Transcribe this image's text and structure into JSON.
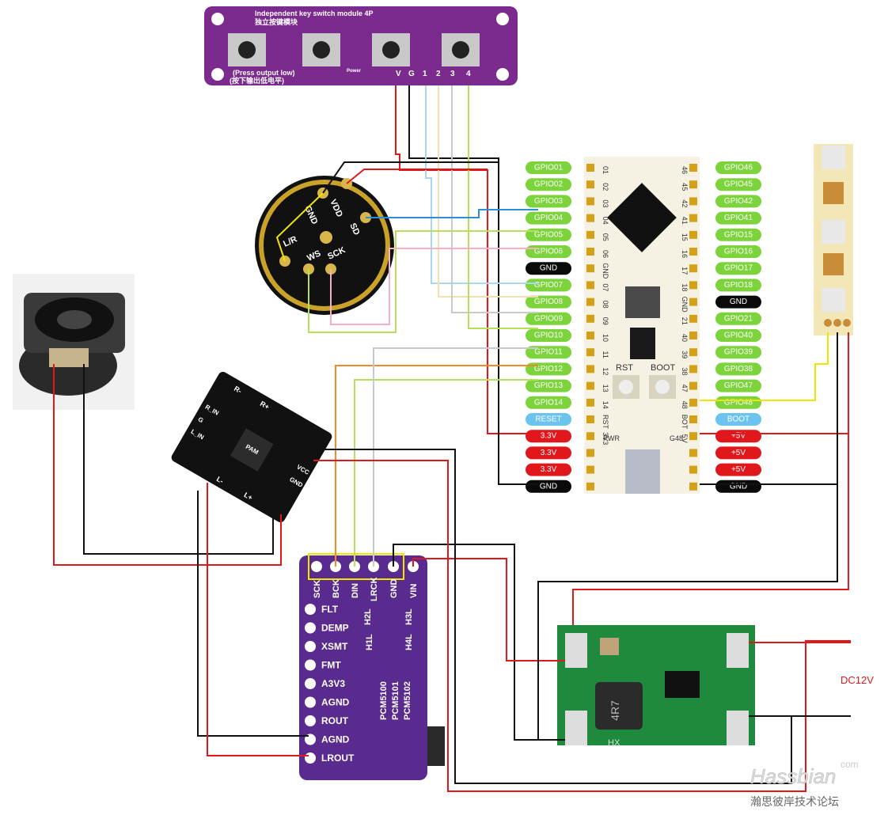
{
  "key_module": {
    "title": "Independent key switch module 4P",
    "subtitle_cn": "独立按键模块",
    "note_en": "(Press output low)",
    "note_cn": "(按下输出低电平)",
    "power_label": "Power",
    "pins": [
      "V",
      "G",
      "1",
      "2",
      "3",
      "4"
    ]
  },
  "microphone": {
    "labels": [
      "GND",
      "VDD",
      "SD",
      "L/R",
      "WS",
      "SCK"
    ]
  },
  "esp32": {
    "left_pins": [
      "GPIO01",
      "GPIO02",
      "GPIO03",
      "GPIO04",
      "GPIO05",
      "GPIO06",
      "GND",
      "GPIO07",
      "GPIO08",
      "GPIO09",
      "GPIO10",
      "GPIO11",
      "GPIO12",
      "GPIO13",
      "GPIO14",
      "RESET",
      "3.3V",
      "3.3V",
      "3.3V",
      "GND"
    ],
    "right_pins": [
      "GPIO46",
      "GPIO45",
      "GPIO42",
      "GPIO41",
      "GPIO15",
      "GPIO16",
      "GPIO17",
      "GPIO18",
      "GND",
      "GPIO21",
      "GPIO40",
      "GPIO39",
      "GPIO38",
      "GPIO47",
      "GPIO48",
      "BOOT",
      "+5V",
      "+5V",
      "+5V",
      "GND"
    ],
    "left_pin_types": [
      "gpio",
      "gpio",
      "gpio",
      "gpio",
      "gpio",
      "gpio",
      "gnd",
      "gpio",
      "gpio",
      "gpio",
      "gpio",
      "gpio",
      "gpio",
      "gpio",
      "gpio",
      "ctrl",
      "pwr",
      "pwr",
      "pwr",
      "gnd"
    ],
    "right_pin_types": [
      "gpio",
      "gpio",
      "gpio",
      "gpio",
      "gpio",
      "gpio",
      "gpio",
      "gpio",
      "gnd",
      "gpio",
      "gpio",
      "gpio",
      "gpio",
      "gpio",
      "gpio",
      "ctrl",
      "pwr",
      "pwr",
      "pwr",
      "gnd"
    ],
    "board_left_nums": [
      "01",
      "02",
      "03",
      "04",
      "05",
      "06",
      "GND",
      "07",
      "08",
      "09",
      "10",
      "11",
      "12",
      "13",
      "14",
      "RST",
      "3V3",
      "",
      "",
      ""
    ],
    "board_right_nums": [
      "46",
      "45",
      "42",
      "41",
      "15",
      "16",
      "17",
      "18",
      "GND",
      "21",
      "40",
      "39",
      "38",
      "47",
      "48",
      "BOT",
      "5V",
      "",
      "",
      ""
    ],
    "button_rst": "RST",
    "button_boot": "BOOT",
    "pwr_label": "PWR",
    "g48_label": "G48"
  },
  "amplifier": {
    "labels": [
      "R-",
      "R+",
      "L_IN",
      "R_IN",
      "G",
      "L-",
      "L+",
      "VCC",
      "GND"
    ],
    "chip": "PAM"
  },
  "dac": {
    "top_pins": [
      "SCK",
      "BCK",
      "DIN",
      "LRCK",
      "GND",
      "VIN"
    ],
    "side_pins": [
      "FLT",
      "DEMP",
      "XSMT",
      "FMT",
      "A3V3",
      "AGND",
      "ROUT",
      "AGND",
      "LROUT"
    ],
    "jumpers": [
      "H1L",
      "H2L",
      "H3L",
      "H4L"
    ],
    "variants": [
      "PCM5100",
      "PCM5101",
      "PCM5102"
    ]
  },
  "buck": {
    "inductor": "4R7",
    "brand": "HX"
  },
  "power_input": "DC12V",
  "watermark": {
    "brand": "Hassbian",
    "suffix": "com",
    "cn": "瀚思彼岸技术论坛"
  },
  "colors": {
    "gpio_pin": "#7dd33b",
    "power_pin": "#e0181c",
    "gnd_pin": "#0a0a0a",
    "ctrl_pin": "#6cc3ee",
    "key_pcb": "#7b2a8e",
    "dac_pcb": "#5a2b8f",
    "buck_pcb": "#1f8a3d"
  }
}
